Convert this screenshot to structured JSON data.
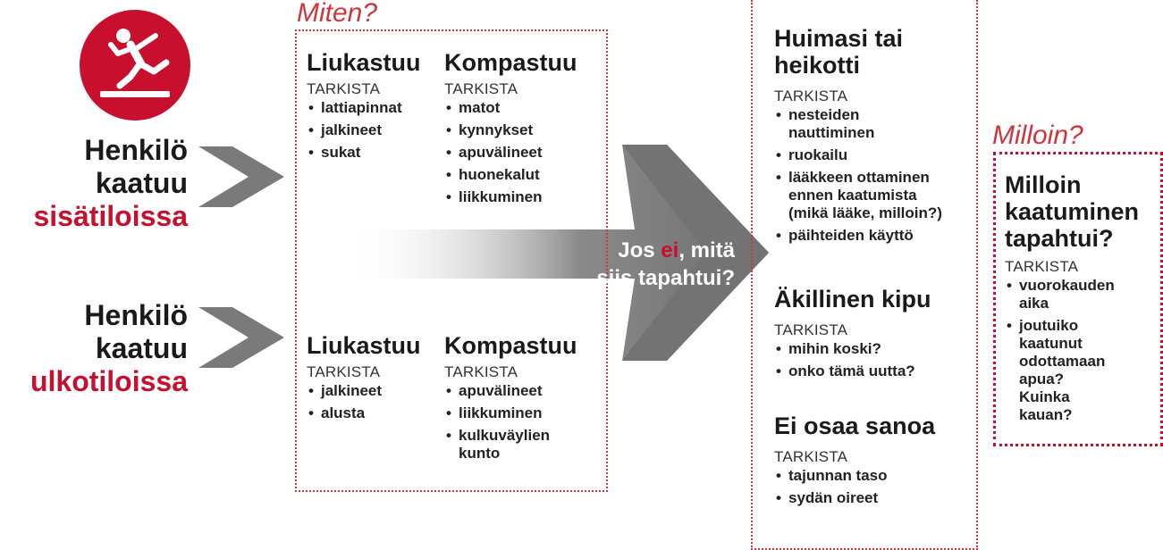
{
  "labels": {
    "how": "Miten?",
    "when": "Milloin?",
    "check": "TARKISTA"
  },
  "indoor": {
    "line1": "Henkilö",
    "line2": "kaatuu",
    "line3": "sisätiloissa"
  },
  "outdoor": {
    "line1": "Henkilö",
    "line2": "kaatuu",
    "line3": "ulkotiloissa"
  },
  "indoor_box": {
    "slip": {
      "title": "Liukastuu",
      "items": [
        "lattiapinnat",
        "jalkineet",
        "sukat"
      ]
    },
    "trip": {
      "title": "Kompastuu",
      "items": [
        "matot",
        "kynnykset",
        "apuvälineet",
        "huonekalut",
        "liikkuminen"
      ]
    }
  },
  "outdoor_box": {
    "slip": {
      "title": "Liukastuu",
      "items": [
        "jalkineet",
        "alusta"
      ]
    },
    "trip": {
      "title": "Kompastuu",
      "items": [
        "apuvälineet",
        "liikkuminen",
        "kulkuväylien kunto"
      ]
    }
  },
  "big_arrow": {
    "part1": "Jos ",
    "red": "ei",
    "part2": ", mitä",
    "line2": "siis tapahtui?"
  },
  "causes": {
    "dizzy": {
      "title_l1": "Huimasi tai",
      "title_l2": "heikotti",
      "items": [
        "nesteiden nauttiminen",
        "ruokailu",
        "lääkkeen ottaminen ennen kaatumista (mikä lääke, milloin?)",
        "päihteiden käyttö"
      ]
    },
    "pain": {
      "title": "Äkillinen kipu",
      "items": [
        "mihin koski?",
        "onko tämä uutta?"
      ]
    },
    "unknown": {
      "title": "Ei osaa sanoa",
      "items": [
        "tajunnan taso",
        "sydän oireet"
      ]
    }
  },
  "when_box": {
    "title_l1": "Milloin",
    "title_l2": "kaatuminen",
    "title_l3": "tapahtui?",
    "items": [
      "vuorokauden aika",
      "joutuiko kaatunut odottamaan apua? Kuinka kauan?"
    ]
  },
  "colors": {
    "accent_red": "#c8102e",
    "arrow_gray": "#7a7a7a",
    "text": "#1a1a1a"
  },
  "icons": {
    "fall": "person-falling-icon"
  }
}
